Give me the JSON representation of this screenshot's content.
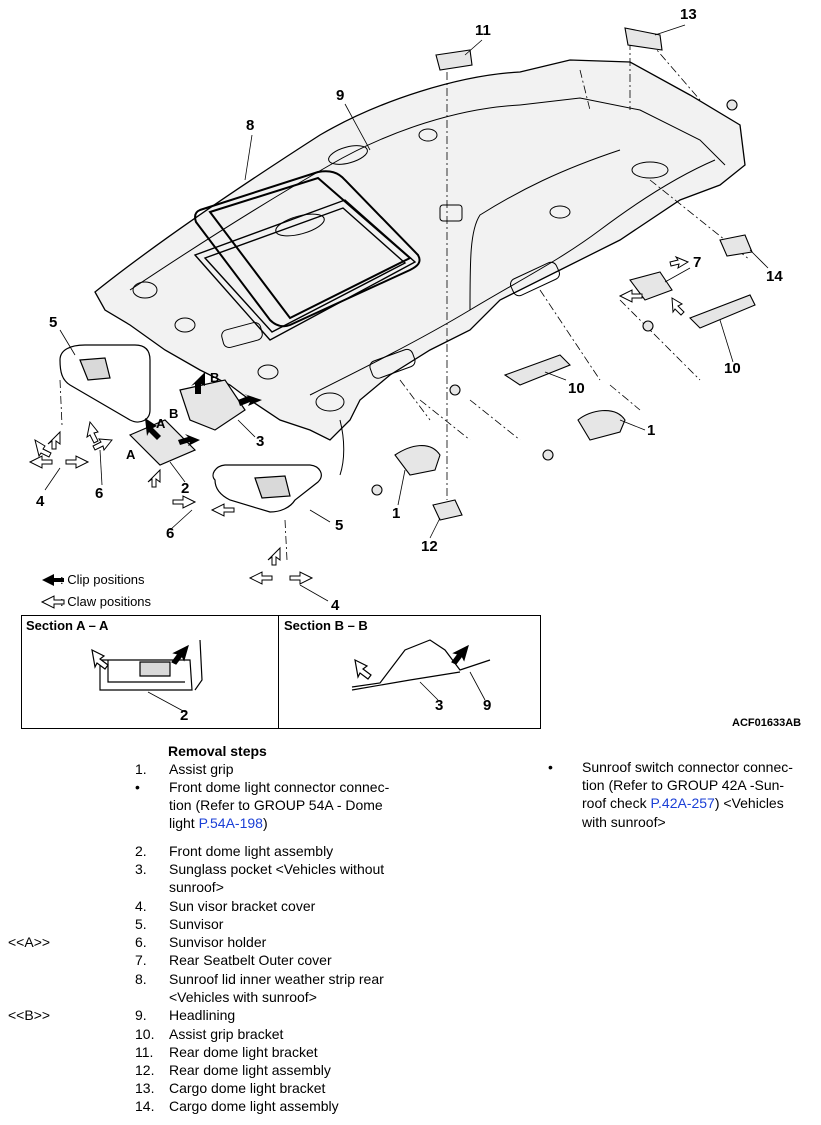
{
  "figure": {
    "part_labels": {
      "p1a": "1",
      "p1b": "1",
      "p2a": "2",
      "p2b": "2",
      "p3a": "3",
      "p3b": "3",
      "p4a": "4",
      "p4b": "4",
      "p5a": "5",
      "p5b": "5",
      "p6a": "6",
      "p6b": "6",
      "p7": "7",
      "p8": "8",
      "p9a": "9",
      "p9b": "9",
      "p10a": "10",
      "p10b": "10",
      "p11": "11",
      "p12": "12",
      "p13": "13",
      "p14": "14",
      "secA_left": "A",
      "secA_right": "A",
      "secB_left": "B",
      "secB_right": "B"
    },
    "legend": {
      "clip": ": Clip positions",
      "claw": ": Claw positions"
    },
    "sections": {
      "a_title": "Section A – A",
      "b_title": "Section B – B"
    },
    "code": "ACF01633AB"
  },
  "removal": {
    "title": "Removal steps",
    "steps": [
      {
        "num": "1.",
        "text": "Assist grip"
      },
      {
        "num": "•",
        "text": "Front dome light connector connec-"
      },
      {
        "num": "",
        "text": "tion (Refer to GROUP 54A - Dome"
      },
      {
        "num": "",
        "text": "light ",
        "link": "P.54A-198",
        "after": ")"
      },
      {
        "num": "2.",
        "text": "Front dome light assembly"
      },
      {
        "num": "3.",
        "text": "Sunglass pocket <Vehicles without"
      },
      {
        "num": "",
        "text": "sunroof>"
      },
      {
        "num": "4.",
        "text": "Sun visor bracket cover"
      },
      {
        "num": "5.",
        "text": "Sunvisor"
      },
      {
        "num": "6.",
        "text": "Sunvisor holder",
        "tag": "<<A>>"
      },
      {
        "num": "7.",
        "text": "Rear Seatbelt Outer cover"
      },
      {
        "num": "8.",
        "text": "Sunroof lid inner weather strip rear"
      },
      {
        "num": "",
        "text": "<Vehicles with sunroof>"
      },
      {
        "num": "9.",
        "text": "Headlining",
        "tag": "<<B>>"
      },
      {
        "num": "10.",
        "text": "Assist grip bracket"
      },
      {
        "num": "11.",
        "text": "Rear dome light bracket"
      },
      {
        "num": "12.",
        "text": "Rear dome light assembly"
      },
      {
        "num": "13.",
        "text": "Cargo dome light bracket"
      },
      {
        "num": "14.",
        "text": "Cargo dome light assembly"
      }
    ],
    "right_note": {
      "bullet": "•",
      "line1": "Sunroof switch connector connec-",
      "line2": "tion (Refer to GROUP 42A -Sun-",
      "line3a": "roof check ",
      "line3link": "P.42A-257",
      "line3b": ") <Vehicles",
      "line4": "with sunroof>"
    }
  },
  "colors": {
    "link": "#1a3fd6",
    "line": "#000000",
    "shade": "#d9d9d9"
  }
}
